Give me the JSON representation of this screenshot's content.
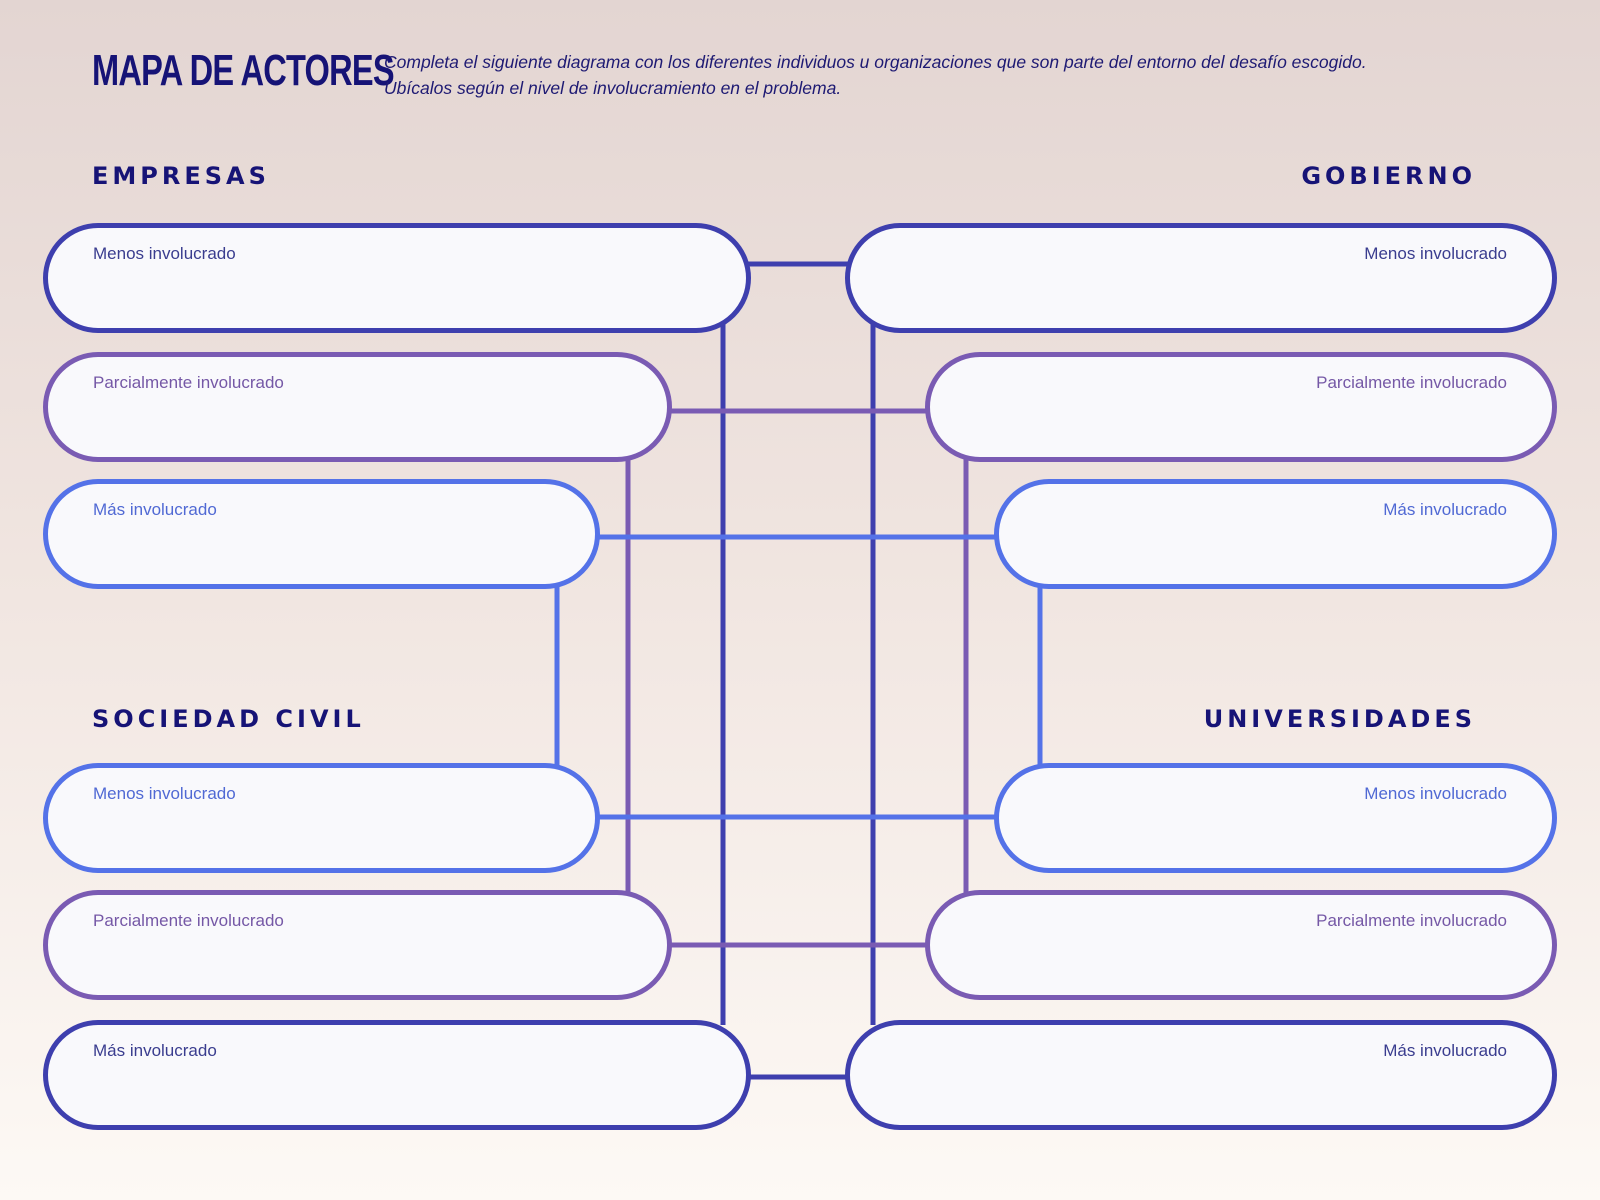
{
  "title": "MAPA DE ACTORES",
  "description": [
    "Completa el siguiente diagrama con los diferentes individuos u organizaciones que son parte del entorno del desafío escogido.",
    "Ubícalos según el nivel de involucramiento en el problema."
  ],
  "sections": {
    "empresas": "EMPRESAS",
    "gobierno": "GOBIERNO",
    "sociedad_civil": "SOCIEDAD CIVIL",
    "universidades": "UNIVERSIDADES"
  },
  "levels": {
    "menos": "Menos involucrado",
    "parcial": "Parcialmente involucrado",
    "mas": "Más involucrado"
  },
  "colors": {
    "dark": "#3e3fae",
    "purple": "#7a5bb3",
    "blue": "#5472e8",
    "title": "#161376"
  }
}
